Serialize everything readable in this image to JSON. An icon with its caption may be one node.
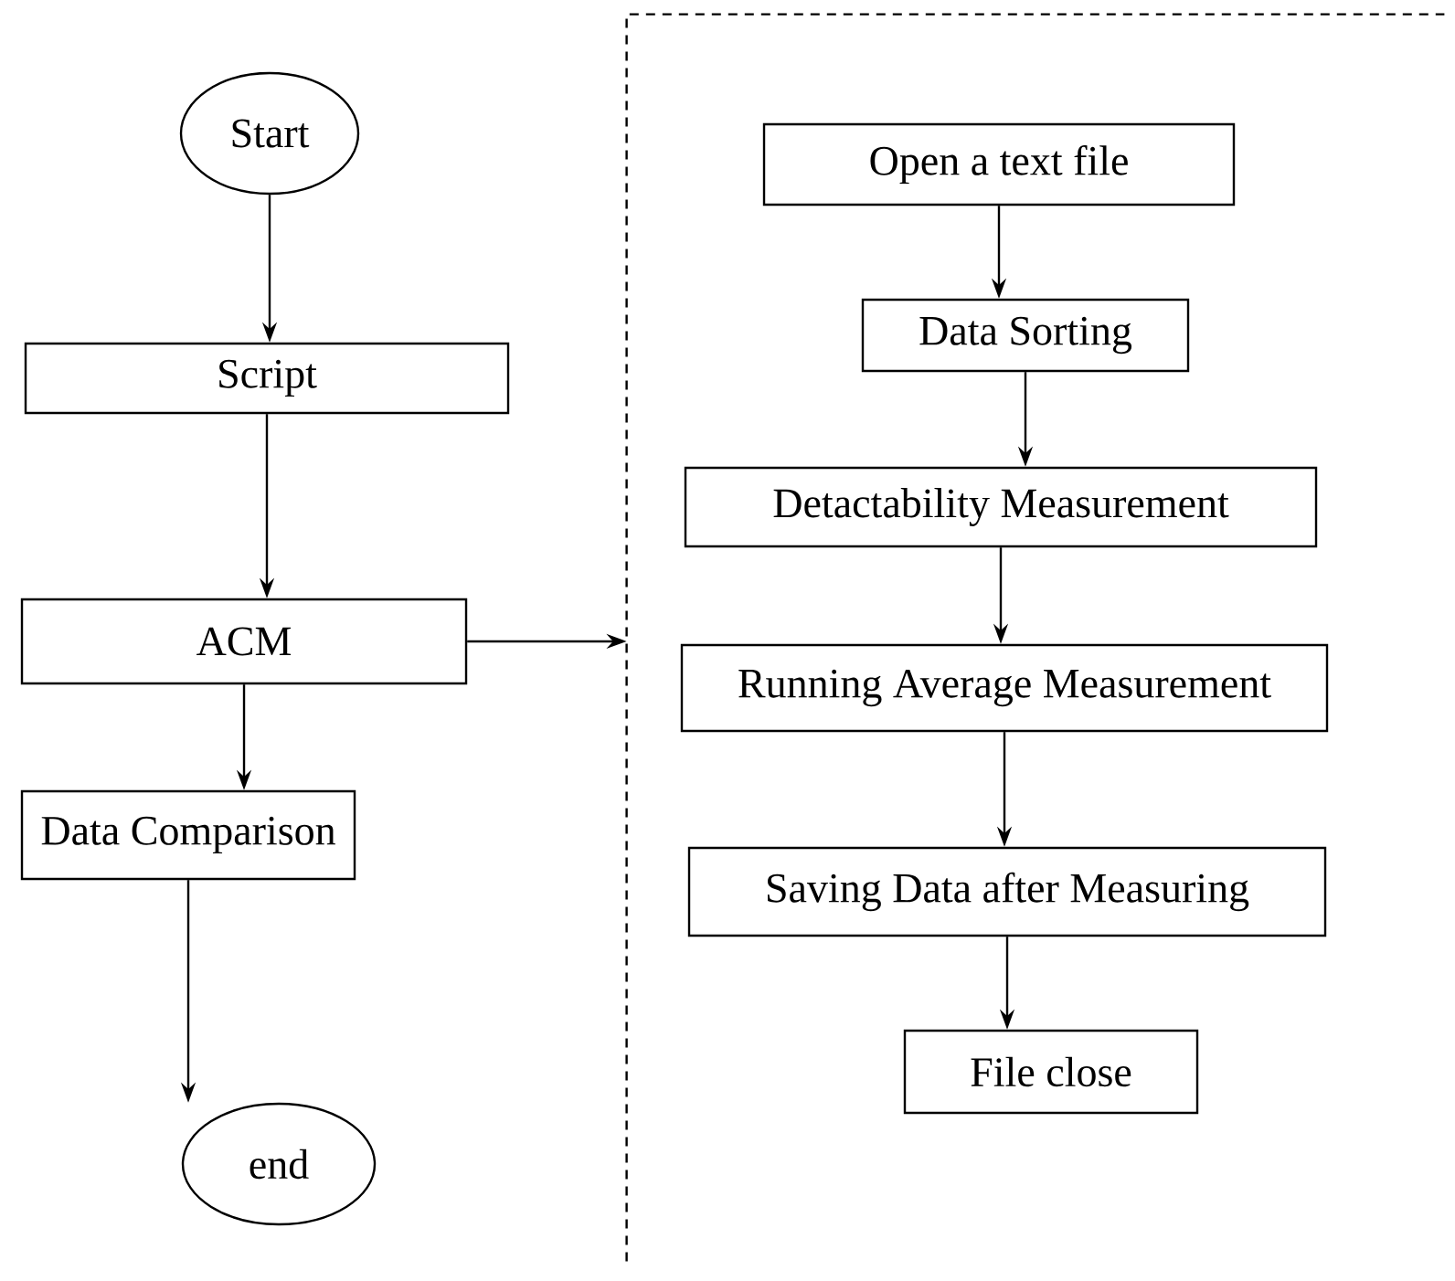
{
  "diagram": {
    "nodes": [
      {
        "text": [
          "Start"
        ]
      },
      {
        "text": [
          "Script"
        ]
      },
      {
        "text": [
          "ACM"
        ]
      },
      {
        "text": [
          "Data Comparison"
        ]
      },
      {
        "text": [
          "end"
        ]
      },
      {
        "text": [],
        "shape": "box"
      },
      {
        "text": [
          "Open a text file"
        ],
        "in": 5
      },
      {
        "text": [
          "Data Sorting"
        ],
        "in": 5
      },
      {
        "text": [
          "Detactability Measurement"
        ],
        "in": 5
      },
      {
        "text": [
          "Running Average Measurement"
        ],
        "in": 5
      },
      {
        "text": [
          "Saving Data after Measuring"
        ],
        "in": 5
      },
      {
        "text": [
          "File close"
        ],
        "in": 5
      }
    ],
    "edges": [
      {
        "from": 0,
        "to": 1,
        "arrow": "to"
      },
      {
        "from": 1,
        "to": 2,
        "arrow": "to"
      },
      {
        "from": 2,
        "to": 3,
        "arrow": "to"
      },
      {
        "from": 3,
        "to": 4,
        "arrow": "to"
      },
      {
        "from": 2,
        "to": 5,
        "arrow": "to"
      },
      {
        "from": 6,
        "to": 7,
        "arrow": "to"
      },
      {
        "from": 7,
        "to": 8,
        "arrow": "to"
      },
      {
        "from": 8,
        "to": 9,
        "arrow": "to"
      },
      {
        "from": 9,
        "to": 10,
        "arrow": "to"
      },
      {
        "from": 10,
        "to": 11,
        "arrow": "to"
      }
    ]
  }
}
